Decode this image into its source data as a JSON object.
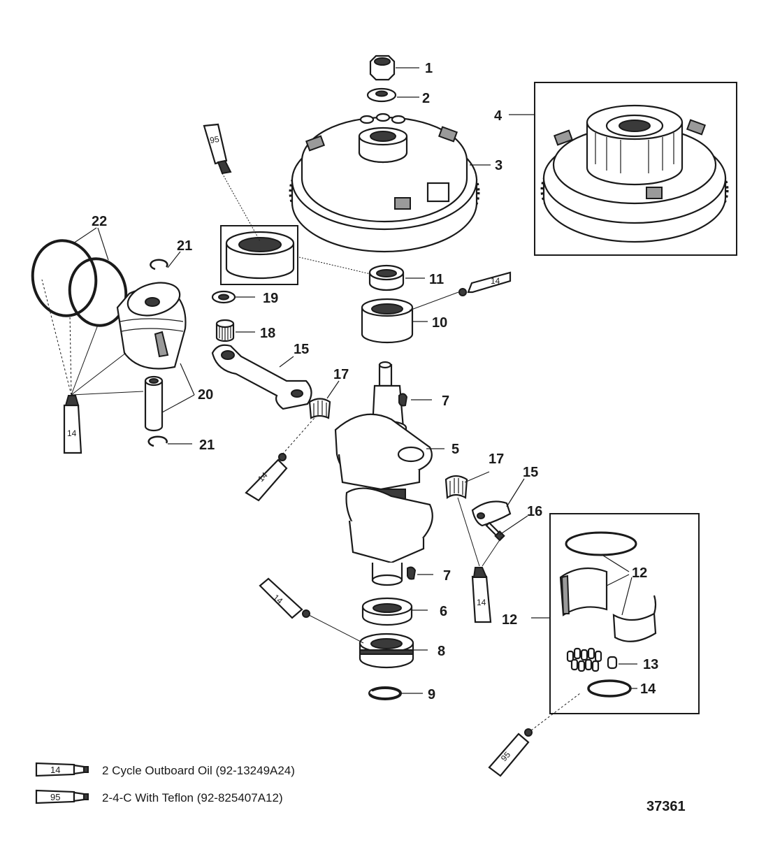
{
  "callouts": {
    "c1": "1",
    "c2": "2",
    "c3": "3",
    "c4": "4",
    "c5": "5",
    "c6": "6",
    "c7a": "7",
    "c7b": "7",
    "c8": "8",
    "c9": "9",
    "c10": "10",
    "c11": "11",
    "c12a": "12",
    "c12b": "12",
    "c13": "13",
    "c14": "14",
    "c15a": "15",
    "c15b": "15",
    "c16": "16",
    "c17a": "17",
    "c17b": "17",
    "c18": "18",
    "c19": "19",
    "c20": "20",
    "c21a": "21",
    "c21b": "21",
    "c22": "22"
  },
  "tubes": {
    "t95_top": "95",
    "t14_right": "14",
    "t14_piston": "14",
    "t14_rod": "14",
    "t14_mid": "14",
    "t14_lower": "14",
    "t95_bottom": "95"
  },
  "legend": [
    {
      "code": "14",
      "description": "2 Cycle Outboard Oil (92-13249A24)"
    },
    {
      "code": "95",
      "description": "2-4-C  With Teflon (92-825407A12)"
    }
  ],
  "figure_id": "37361"
}
